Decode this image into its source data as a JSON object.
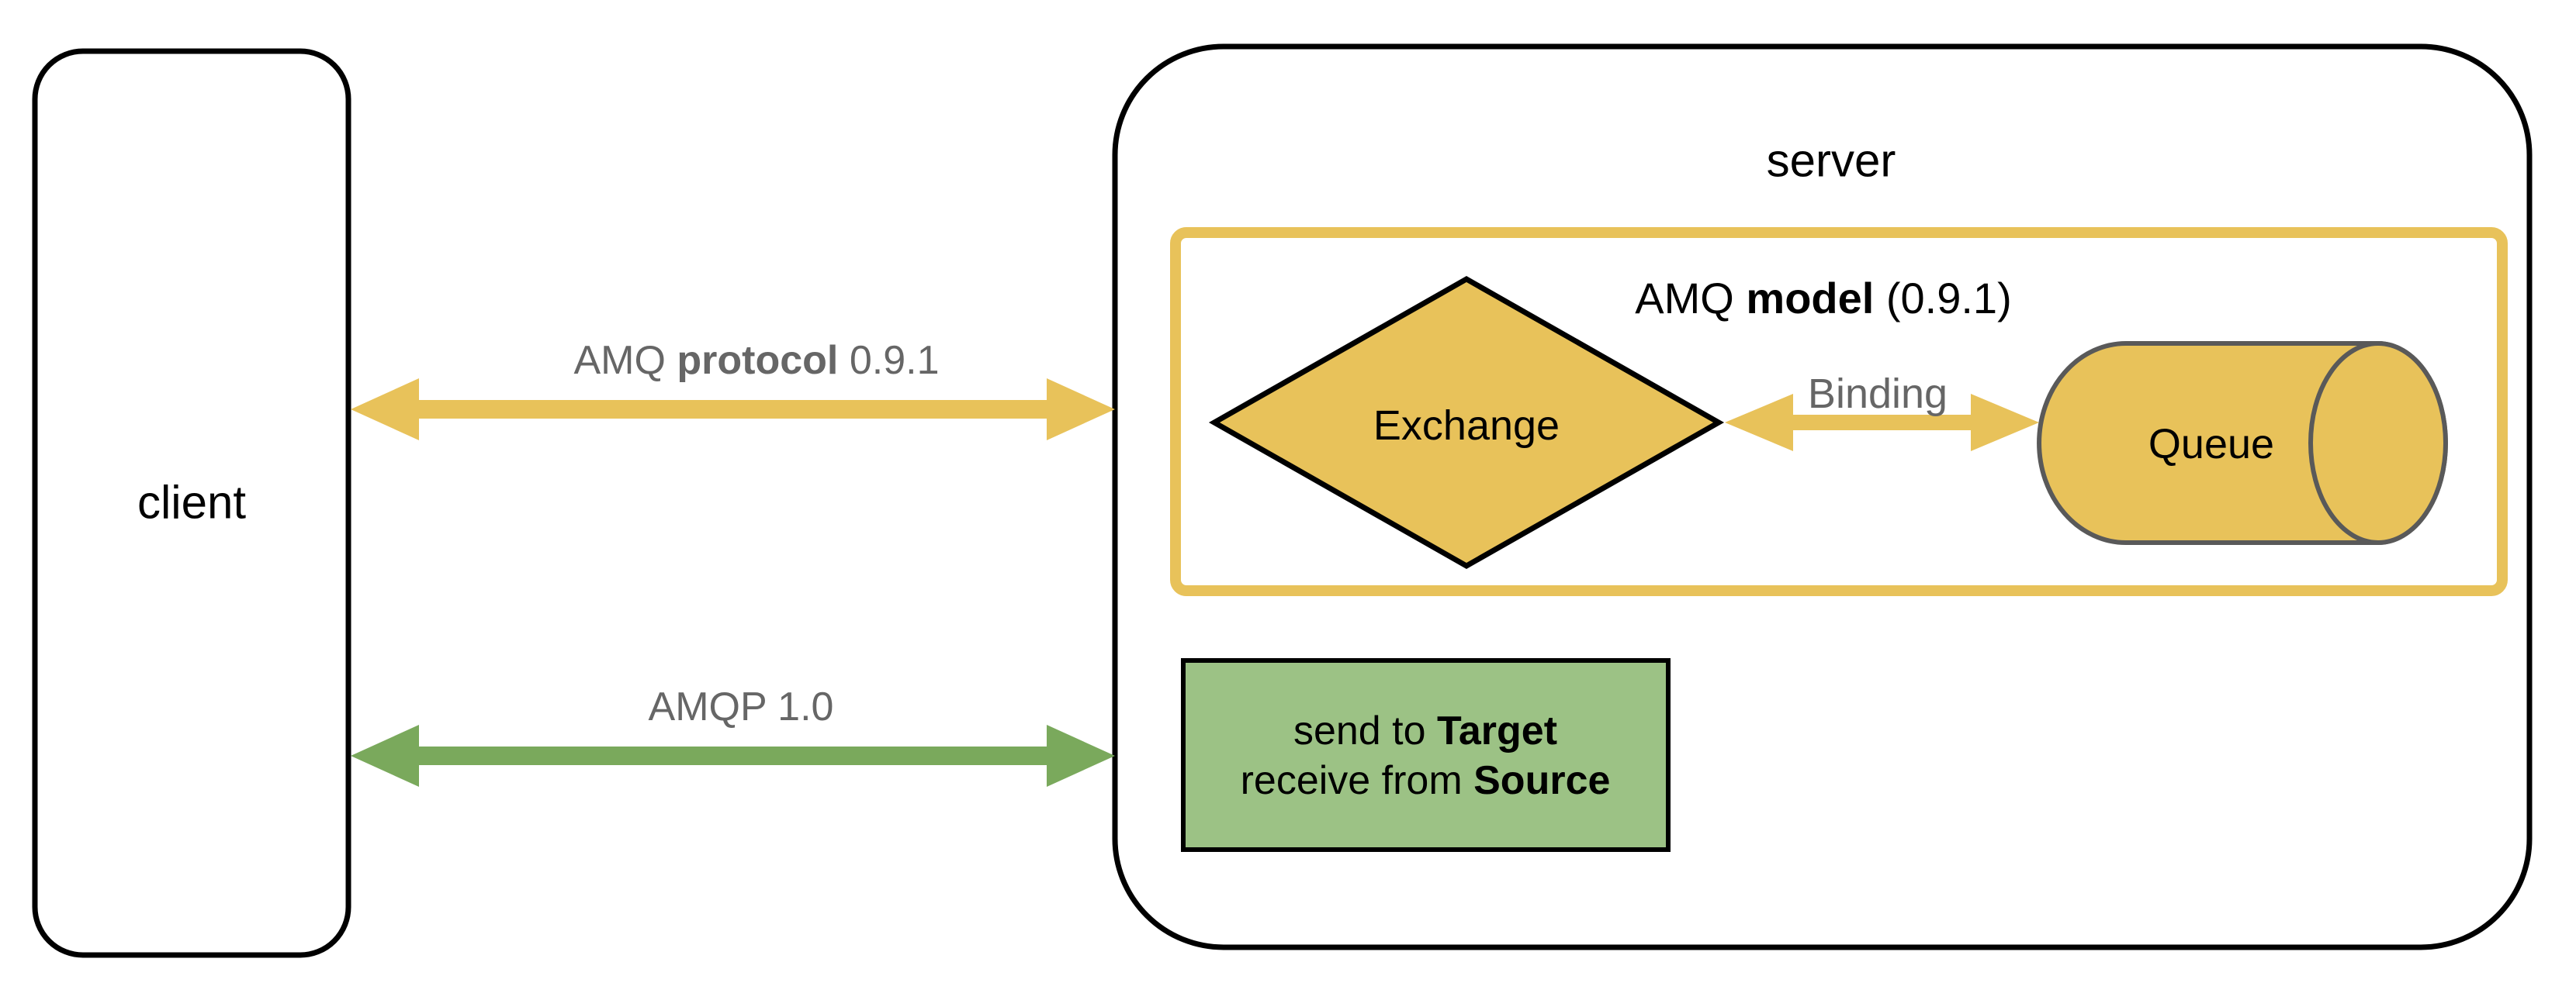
{
  "diagram": {
    "client": {
      "label": "client"
    },
    "server": {
      "label": "server"
    },
    "amq_model_box": {
      "title_prefix": "AMQ ",
      "title_bold": "model",
      "title_suffix": " (0.9.1)"
    },
    "exchange": {
      "label": "Exchange"
    },
    "queue": {
      "label": "Queue"
    },
    "binding_arrow": {
      "label": "Binding"
    },
    "amqp091_arrow": {
      "label_prefix": "AMQ ",
      "label_bold": "protocol",
      "label_suffix": " 0.9.1"
    },
    "amqp10_arrow": {
      "label": "AMQP 1.0"
    },
    "capability_box": {
      "line1_prefix": "send to ",
      "line1_bold": "Target",
      "line2_prefix": "receive from ",
      "line2_bold": "Source"
    },
    "colors": {
      "yellow": "#E8C25A",
      "green_arrow": "#7AA95C",
      "green_box_fill": "#9CC285",
      "gray_label": "#666666",
      "cylinder_stroke": "#595959"
    }
  }
}
